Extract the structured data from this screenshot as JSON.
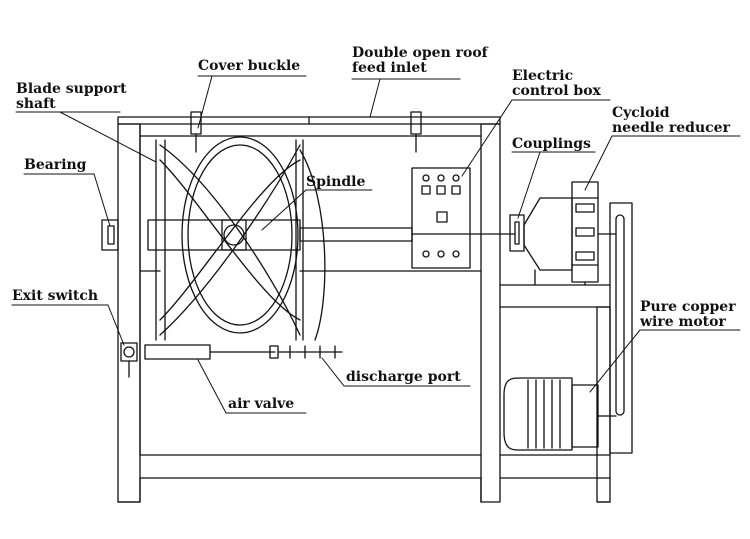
{
  "colors": {
    "stroke": "#111111",
    "background": "#ffffff"
  },
  "labels": {
    "cover_buckle": "Cover buckle",
    "feed_inlet_line1": "Double open roof",
    "feed_inlet_line2": "feed inlet",
    "electric_line1": "Electric",
    "electric_line2": "control box",
    "blade_line1": "Blade support",
    "blade_line2": "shaft",
    "cycloid_line1": "Cycloid",
    "cycloid_line2": "needle reducer",
    "couplings": "Couplings",
    "bearing": "Bearing",
    "spindle": "Spindle",
    "exit_switch": "Exit switch",
    "motor_line1": "Pure copper",
    "motor_line2": "wire motor",
    "discharge_port": "discharge port",
    "air_valve": "air valve"
  }
}
